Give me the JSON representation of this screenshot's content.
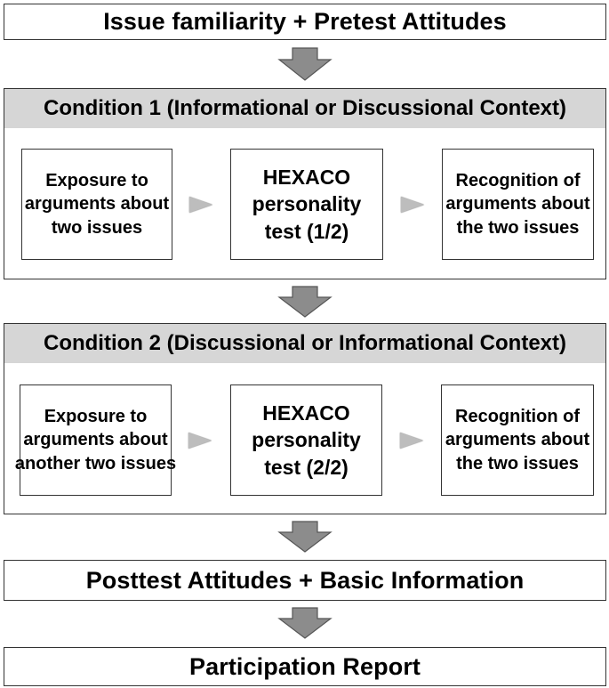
{
  "stage_pretest": "Issue familiarity + Pretest Attitudes",
  "condition1": {
    "title": "Condition 1 (Informational or Discussional Context)",
    "steps": [
      {
        "lines": [
          "Exposure to",
          "arguments about",
          "two issues"
        ]
      },
      {
        "lines": [
          "HEXACO",
          "personality",
          "test (1/2)"
        ]
      },
      {
        "lines": [
          "Recognition of",
          "arguments about",
          "the two issues"
        ]
      }
    ]
  },
  "condition2": {
    "title": "Condition 2 (Discussional or Informational Context)",
    "steps": [
      {
        "lines": [
          "Exposure to",
          "arguments about",
          "another two issues"
        ]
      },
      {
        "lines": [
          "HEXACO",
          "personality",
          "test (2/2)"
        ]
      },
      {
        "lines": [
          "Recognition of",
          "arguments about",
          "the two issues"
        ]
      }
    ]
  },
  "stage_posttest": "Posttest Attitudes + Basic Information",
  "stage_report": "Participation Report",
  "colors": {
    "header_fill": "#d6d6d6",
    "arrow_fill": "#8c8c8c",
    "small_arrow_fill": "#bdbdbd",
    "border": "#333333"
  }
}
